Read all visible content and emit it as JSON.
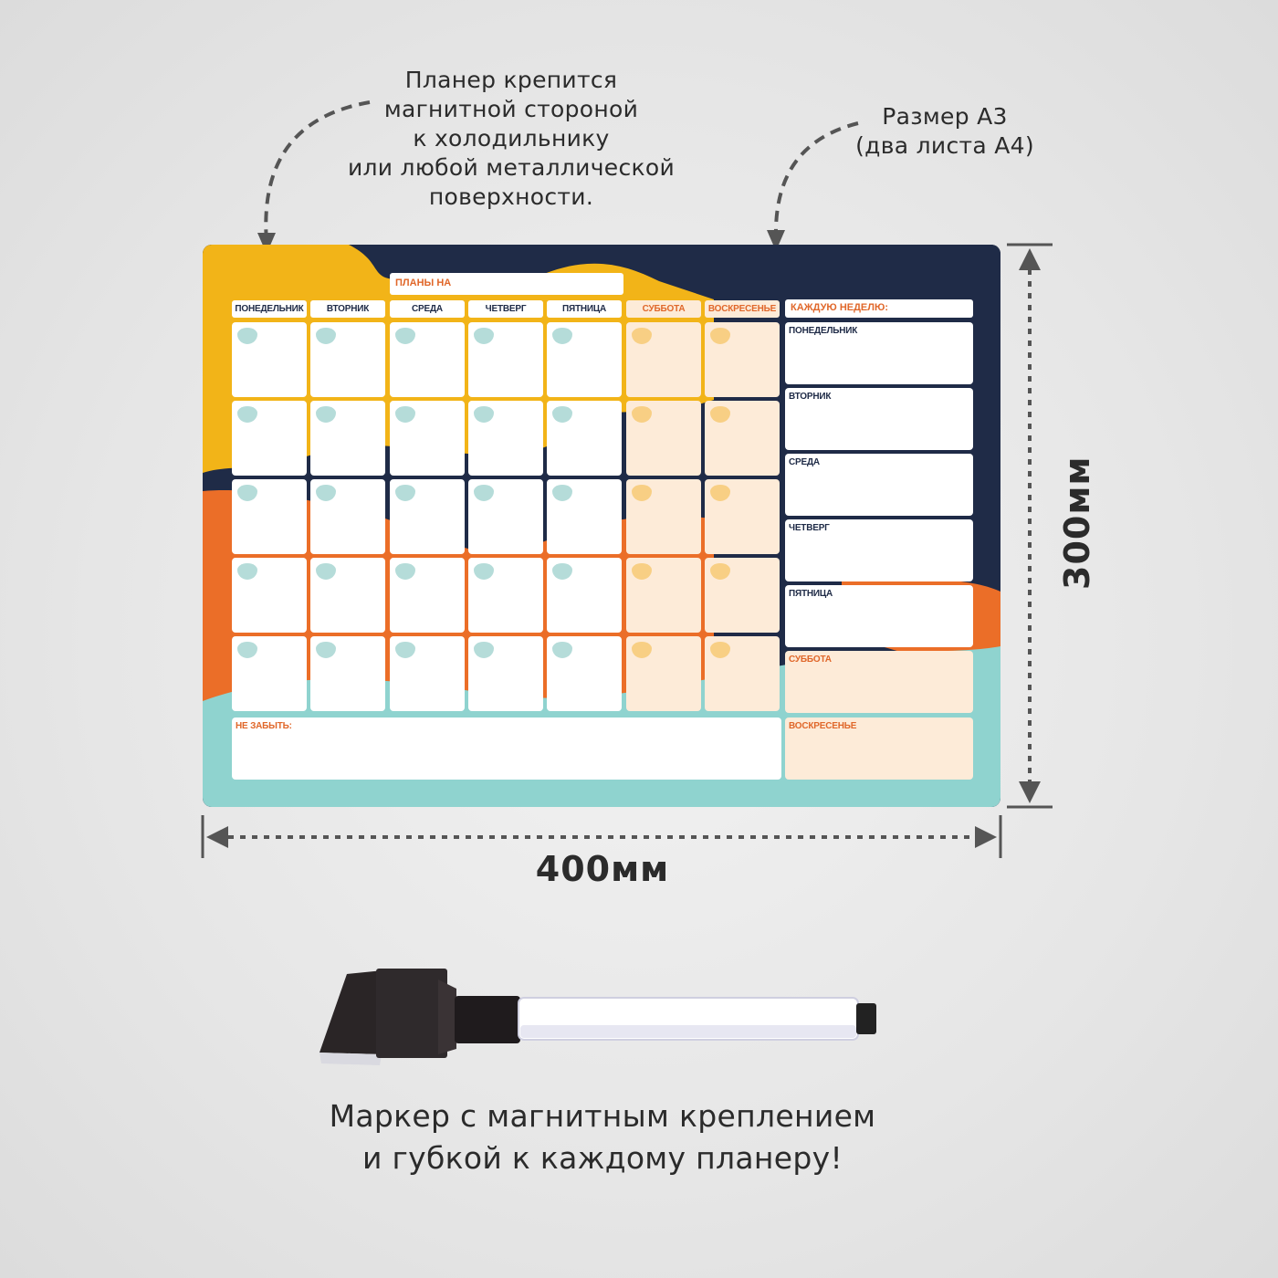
{
  "captions": {
    "magnet_lines": [
      "Планер крепится",
      "магнитной стороной",
      "к холодильнику",
      "или любой металлической",
      "поверхности."
    ],
    "size_lines": [
      "Размер А3",
      "(два листа А4)"
    ]
  },
  "planner": {
    "plans_title": "ПЛАНЫ НА",
    "days": [
      {
        "label": "ПОНЕДЕЛЬНИК",
        "weekend": false
      },
      {
        "label": "ВТОРНИК",
        "weekend": false
      },
      {
        "label": "СРЕДА",
        "weekend": false
      },
      {
        "label": "ЧЕТВЕРГ",
        "weekend": false
      },
      {
        "label": "ПЯТНИЦА",
        "weekend": false
      },
      {
        "label": "СУББОТА",
        "weekend": true
      },
      {
        "label": "ВОСКРЕСЕНЬЕ",
        "weekend": true
      }
    ],
    "weeks": 5,
    "weekly_title": "КАЖДУЮ НЕДЕЛЮ:",
    "weekly_days": [
      {
        "label": "ПОНЕДЕЛЬНИК",
        "weekend": false
      },
      {
        "label": "ВТОРНИК",
        "weekend": false
      },
      {
        "label": "СРЕДА",
        "weekend": false
      },
      {
        "label": "ЧЕТВЕРГ",
        "weekend": false
      },
      {
        "label": "ПЯТНИЦА",
        "weekend": false
      },
      {
        "label": "СУББОТА",
        "weekend": true
      },
      {
        "label": "ВОСКРЕСЕНЬЕ",
        "weekend": true
      }
    ],
    "dont_forget": "НЕ ЗАБЫТЬ:",
    "colors": {
      "navy": "#1f2b47",
      "yellow": "#f2b418",
      "orange": "#eb6e28",
      "teal": "#8fd3cf",
      "accent_text": "#e0672a",
      "weekend_fill": "#fdebd8"
    }
  },
  "dimensions": {
    "height": "300мм",
    "width": "400мм"
  },
  "marker_caption": [
    "Маркер с магнитным креплением",
    "и губкой к каждому планеру!"
  ]
}
